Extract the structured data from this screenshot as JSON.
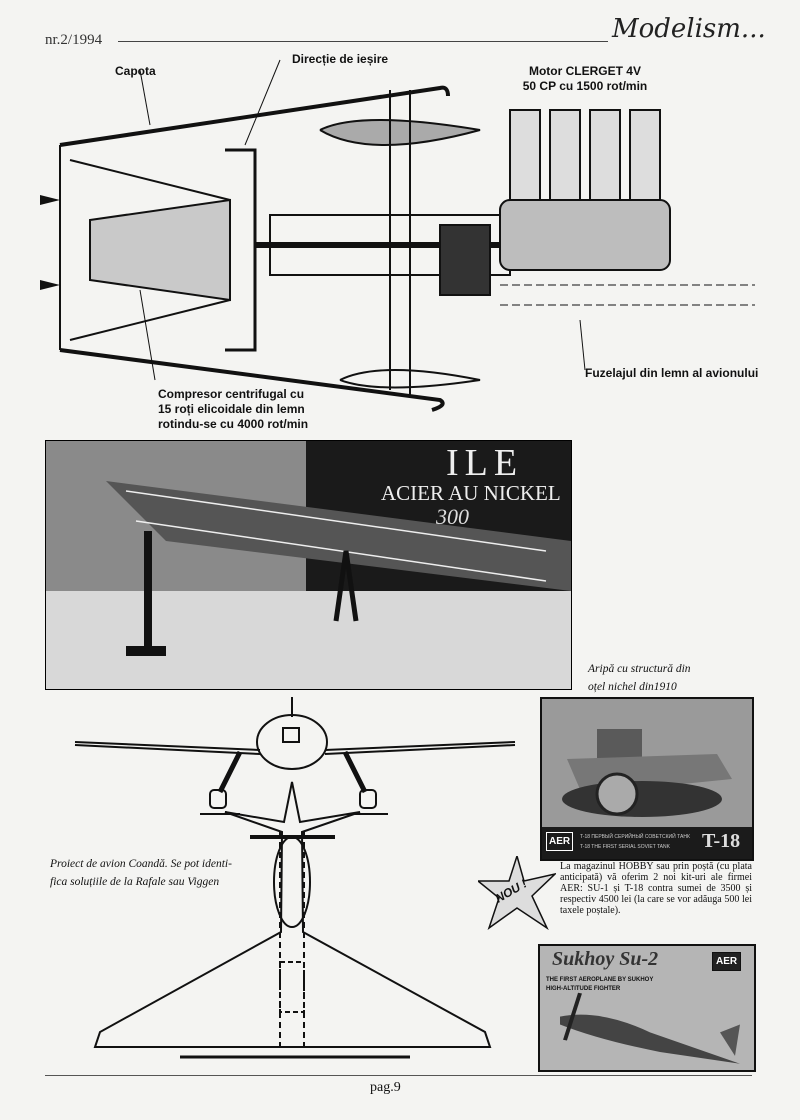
{
  "header": {
    "issue": "nr.2/1994",
    "logo": "Modelism..."
  },
  "engine_diagram": {
    "labels": {
      "capota": "Capota",
      "directie": "Direcție de ieșire",
      "motor_line1": "Motor CLERGET 4V",
      "motor_line2": "50 CP cu 1500 rot/min",
      "compresor_line1": "Compresor centrifugal cu",
      "compresor_line2": "15 roți elicoidale din lemn",
      "compresor_line3": "rotindu-se cu 4000 rot/min",
      "fuzelaj": "Fuzelajul din lemn al avionului"
    }
  },
  "photo": {
    "sign_line1": "ILE",
    "sign_line2": "ACIER AU NICKEL",
    "sign_line3": "300",
    "caption_line1": "Aripă cu structură din",
    "caption_line2": "oțel nichel din1910"
  },
  "plane_drawing": {
    "caption_line1": "Proiect de avion Coandă. Se pot identi-",
    "caption_line2": "fica soluțiile de la Rafale sau Viggen"
  },
  "ads": {
    "t18": {
      "brand": "AER",
      "title": "T-18",
      "line1": "T-18 ПЕРВЫЙ СЕРИЙНЫЙ СОВЕТСКИЙ ТАНК",
      "line2": "T-18 THE FIRST SERIAL SOVIET TANK"
    },
    "badge": "NOU !",
    "text": "La magazinul HOBBY sau prin poștă (cu plata anticipată) vă oferim 2 noi kit-uri ale firmei AER: SU-1 și T-18 contra sumei de 3500 și respectiv 4500 lei (la care se vor adăuga 500 lei taxele poștale).",
    "su2": {
      "title": "Sukhoy Su-2",
      "brand": "AER",
      "line1": "THE FIRST AEROPLANE BY SUKHOY",
      "line2": "HIGH-ALTITUDE FIGHTER"
    }
  },
  "footer": {
    "page": "pag.9"
  }
}
